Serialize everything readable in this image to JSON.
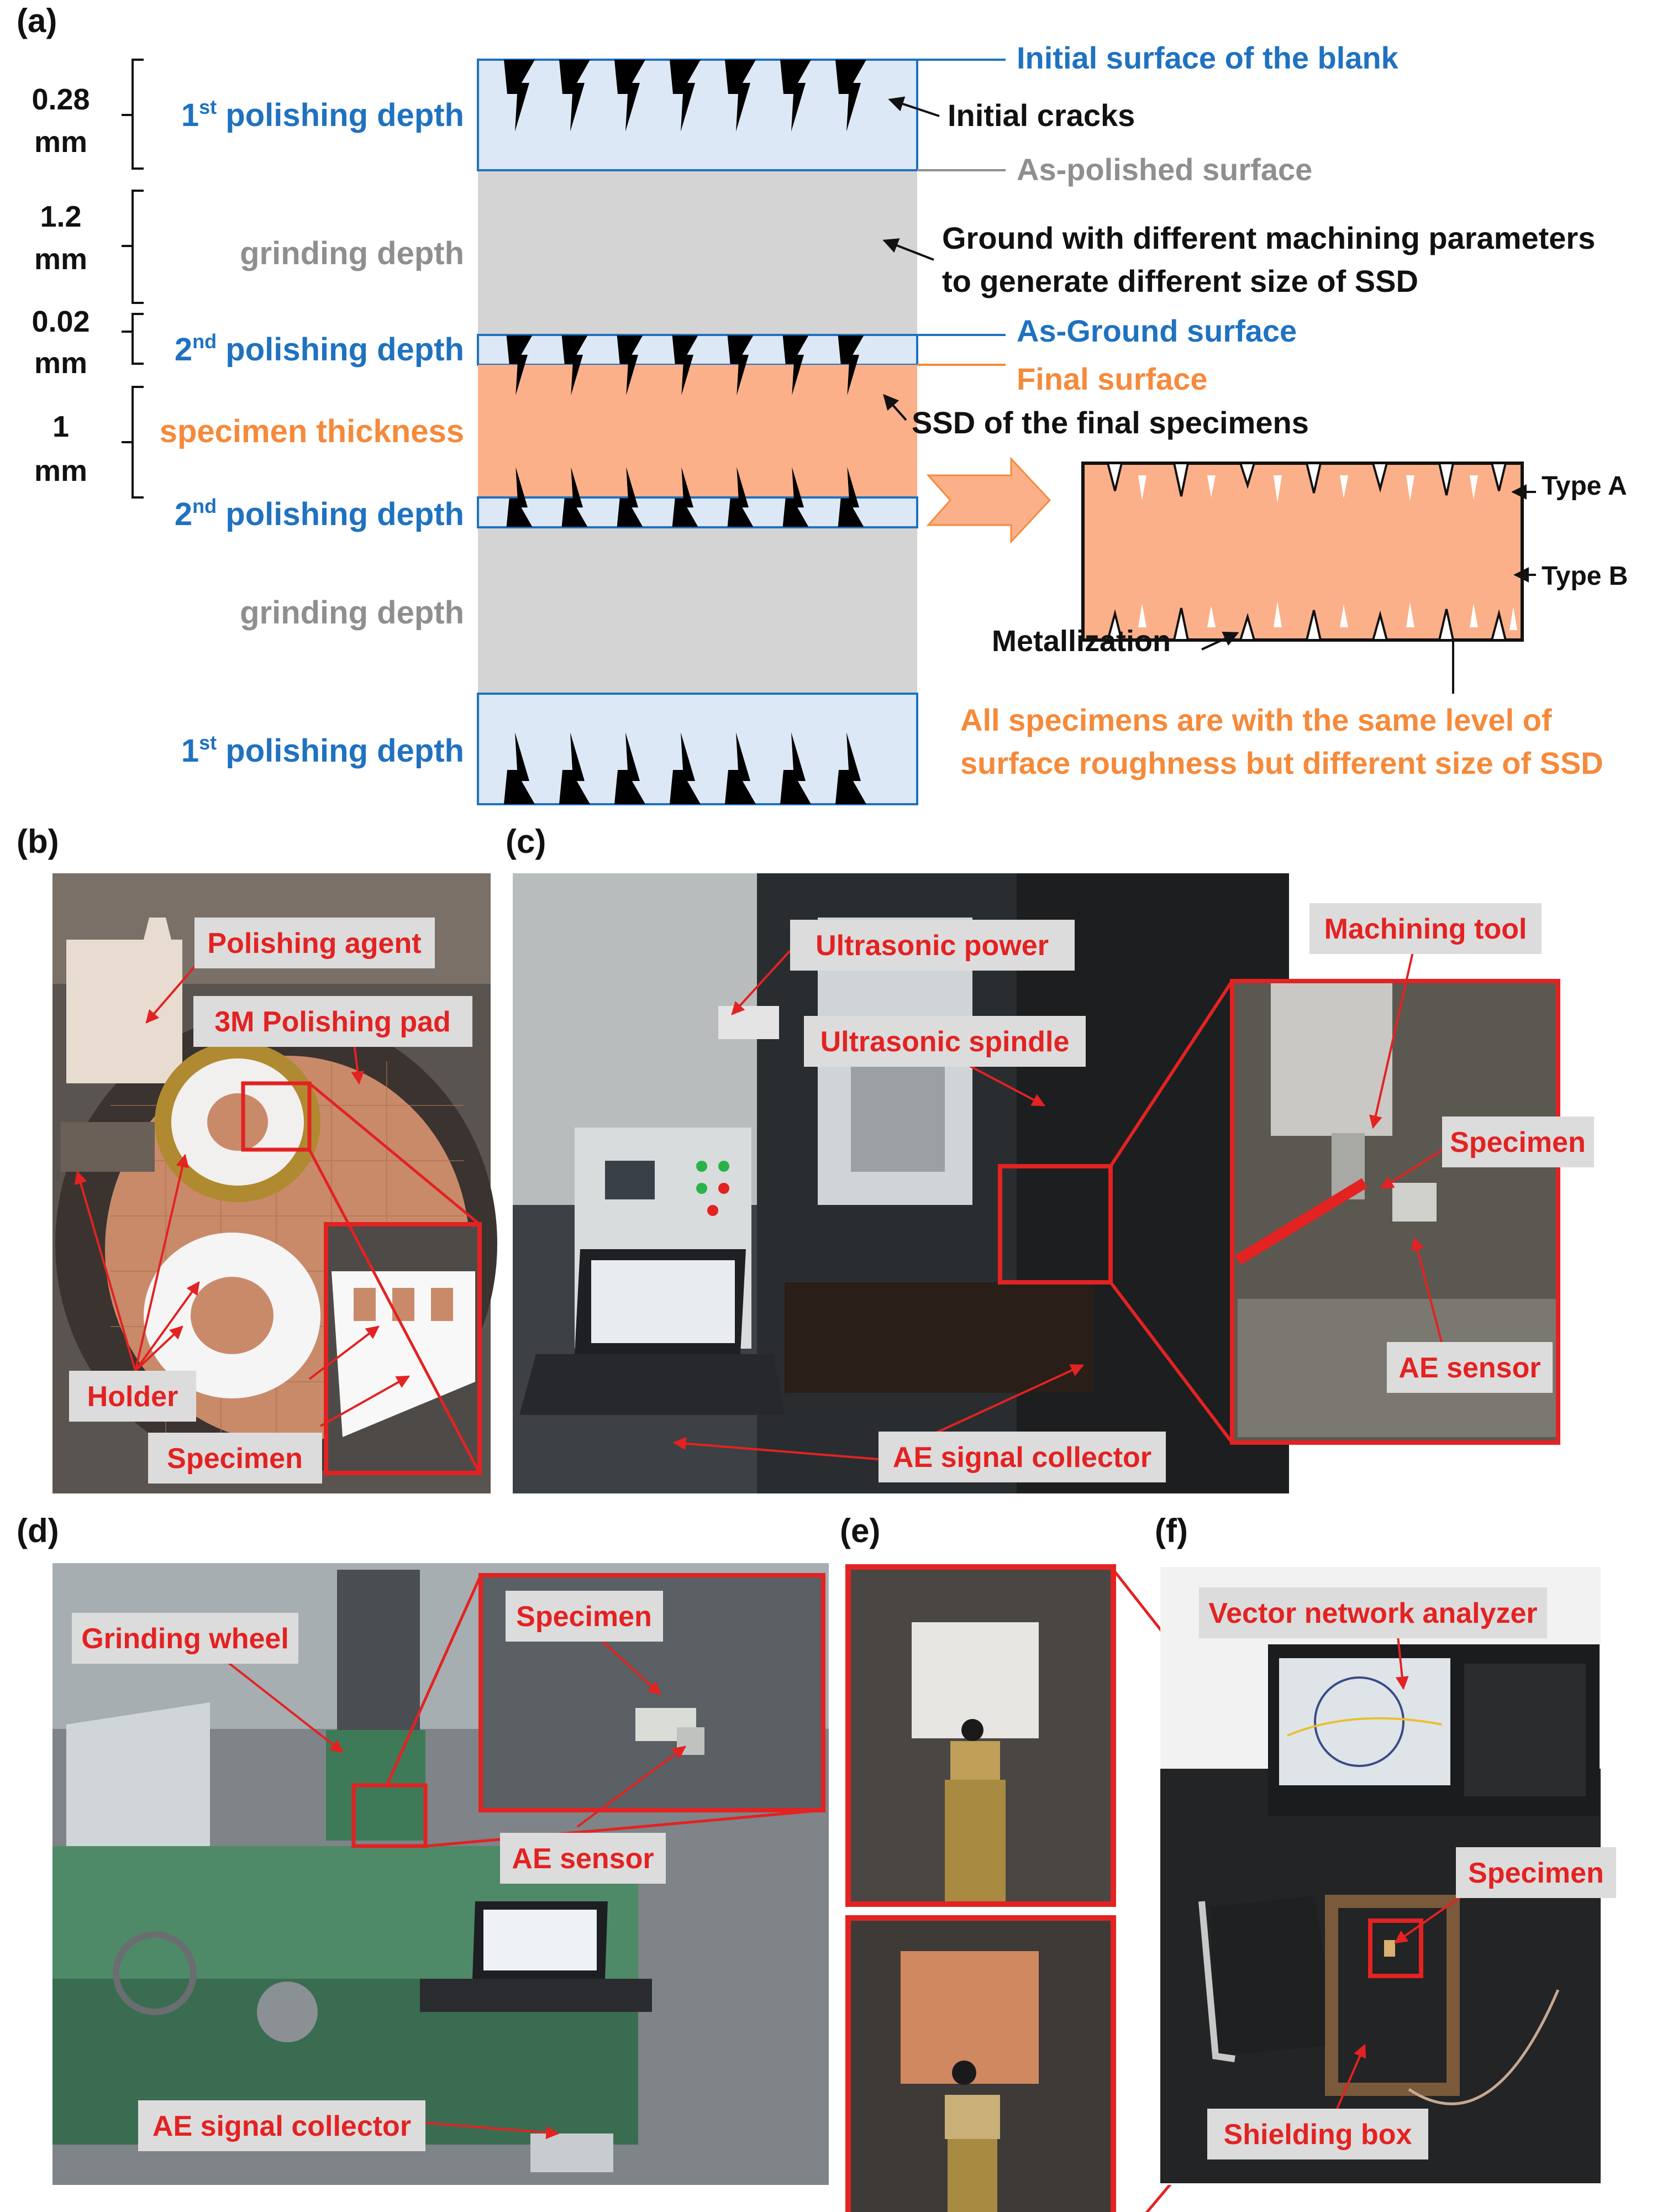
{
  "colors": {
    "blue": "#1f72c0",
    "grey_text": "#8f8f8f",
    "orange_text": "#f58a3b",
    "light_blue_fill": "#dde8f6",
    "grey_fill": "#d4d4d4",
    "orange_fill": "#fbb089",
    "red": "#e32222",
    "label_box": "#dcdcdc",
    "black": "#111111"
  },
  "panel_a": {
    "label": "(a)",
    "dims": {
      "d1_val": "0.28",
      "d1_unit": "mm",
      "d2_val": "1.2",
      "d2_unit": "mm",
      "d3_val": "0.02",
      "d3_unit": "mm",
      "d4_val": "1",
      "d4_unit": "mm"
    },
    "left_labels": {
      "polish1_top_pre": "1",
      "polish1_top_sup": "st",
      "polish1_top_post": " polishing depth",
      "grind_top": "grinding depth",
      "polish2_top_pre": "2",
      "polish2_top_sup": "nd",
      "polish2_top_post": " polishing depth",
      "specimen_thickness": "specimen thickness",
      "polish2_bot_pre": "2",
      "polish2_bot_sup": "nd",
      "polish2_bot_post": " polishing depth",
      "grind_bot": "grinding depth",
      "polish1_bot_pre": "1",
      "polish1_bot_sup": "st",
      "polish1_bot_post": " polishing depth"
    },
    "right_labels": {
      "initial_surface": "Initial surface of the blank",
      "initial_cracks": "Initial cracks",
      "as_polished": "As-polished surface",
      "ground_line1": "Ground with different machining parameters",
      "ground_line2": "to generate different size of SSD",
      "as_ground": "As-Ground surface",
      "final_surface": "Final surface",
      "ssd_final": "SSD of the final specimens",
      "type_a": "Type A",
      "type_b": "Type B",
      "metallization": "Metallization",
      "conclusion_line1": "All specimens are with the same level of",
      "conclusion_line2": "surface roughness but different size of SSD"
    }
  },
  "panel_b": {
    "label": "(b)",
    "callouts": {
      "polishing_agent": "Polishing agent",
      "polishing_pad": "3M Polishing pad",
      "holder": "Holder",
      "specimen": "Specimen"
    }
  },
  "panel_c": {
    "label": "(c)",
    "callouts": {
      "ultrasonic_power": "Ultrasonic power",
      "ultrasonic_spindle": "Ultrasonic spindle",
      "machining_tool": "Machining tool",
      "specimen": "Specimen",
      "ae_sensor": "AE sensor",
      "ae_collector": "AE signal collector"
    }
  },
  "panel_d": {
    "label": "(d)",
    "callouts": {
      "grinding_wheel": "Grinding wheel",
      "specimen": "Specimen",
      "ae_sensor": "AE sensor",
      "ae_collector": "AE signal collector"
    }
  },
  "panel_e": {
    "label": "(e)"
  },
  "panel_f": {
    "label": "(f)",
    "callouts": {
      "vna": "Vector network analyzer",
      "specimen": "Specimen",
      "shielding_box": "Shielding box"
    }
  }
}
